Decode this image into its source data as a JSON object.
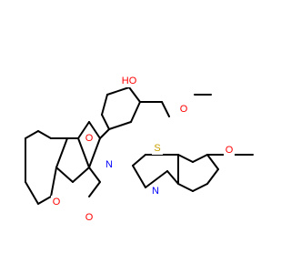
{
  "colors": {
    "bond": "#000000",
    "O": "#ff0000",
    "N": "#0000ff",
    "S": "#c8a000",
    "background": "#ffffff"
  },
  "atoms": [
    {
      "id": "O_carbonyl_top",
      "label": "O",
      "element": "O"
    },
    {
      "id": "O_pyran",
      "label": "O",
      "element": "O"
    },
    {
      "id": "O_carbonyl_bottom",
      "label": "O",
      "element": "O"
    },
    {
      "id": "N_pyrrolidine",
      "label": "N",
      "element": "N"
    },
    {
      "id": "OH_phenol",
      "label": "HO",
      "element": "O"
    },
    {
      "id": "O_ether_phenyl",
      "label": "O",
      "element": "O"
    },
    {
      "id": "S_thiazole",
      "label": "S",
      "element": "S"
    },
    {
      "id": "N_thiazole",
      "label": "N",
      "element": "N"
    },
    {
      "id": "O_ether_benzothiazole",
      "label": "O",
      "element": "O"
    }
  ]
}
